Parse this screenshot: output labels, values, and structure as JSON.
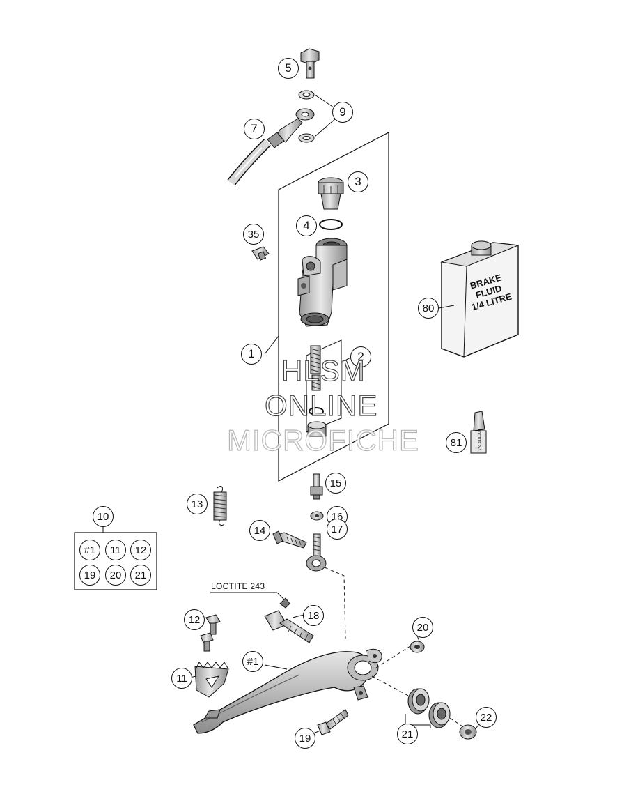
{
  "callouts": [
    {
      "key": "p5",
      "label": "5"
    },
    {
      "key": "p9",
      "label": "9"
    },
    {
      "key": "p7",
      "label": "7"
    },
    {
      "key": "p3",
      "label": "3"
    },
    {
      "key": "p4",
      "label": "4"
    },
    {
      "key": "p35",
      "label": "35"
    },
    {
      "key": "p80",
      "label": "80"
    },
    {
      "key": "p1",
      "label": "1"
    },
    {
      "key": "p2",
      "label": "2"
    },
    {
      "key": "p81",
      "label": "81"
    },
    {
      "key": "p15",
      "label": "15"
    },
    {
      "key": "p13",
      "label": "13"
    },
    {
      "key": "p10",
      "label": "10"
    },
    {
      "key": "p16",
      "label": "16"
    },
    {
      "key": "p14",
      "label": "14"
    },
    {
      "key": "p17",
      "label": "17"
    },
    {
      "key": "kit1",
      "label": "#1"
    },
    {
      "key": "kit11",
      "label": "11"
    },
    {
      "key": "kit12",
      "label": "12"
    },
    {
      "key": "kit19",
      "label": "19"
    },
    {
      "key": "kit20",
      "label": "20"
    },
    {
      "key": "kit21",
      "label": "21"
    },
    {
      "key": "p18",
      "label": "18"
    },
    {
      "key": "p12",
      "label": "12"
    },
    {
      "key": "p20",
      "label": "20"
    },
    {
      "key": "p1b",
      "label": "#1"
    },
    {
      "key": "p11",
      "label": "11"
    },
    {
      "key": "p22",
      "label": "22"
    },
    {
      "key": "p21",
      "label": "21"
    },
    {
      "key": "p19",
      "label": "19"
    }
  ],
  "annotations": {
    "loctite": "LOCTITE 243",
    "can_label": "BRAKE\nFLUID\n1/4 LITRE",
    "tube_label": "LOCTITE 243"
  },
  "watermark": {
    "line1": "HLSM",
    "line2": "ONLINE",
    "line3": "MICROFICHE"
  },
  "colors": {
    "line": "#111111",
    "part_fill": "#cfcfcf",
    "part_dark": "#7a7a7a",
    "background": "#ffffff"
  }
}
